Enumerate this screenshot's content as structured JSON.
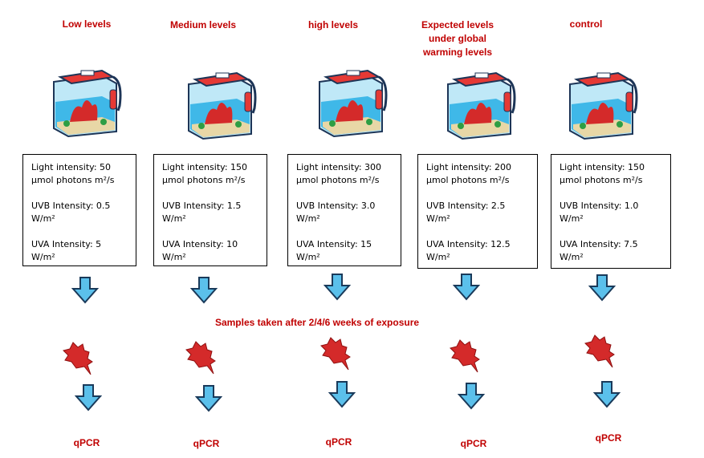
{
  "groups": [
    {
      "title": "Low levels",
      "light": "Light intensity: 50\nµmol photons  m²/s",
      "uvb": "UVB Intensity: 0.5\nW/m²",
      "uva": "UVA Intensity: 5\nW/m²"
    },
    {
      "title": "Medium levels",
      "light": "Light intensity: 150\nµmol photons  m²/s",
      "uvb": "UVB Intensity: 1.5\nW/m²",
      "uva": "UVA Intensity: 10\nW/m²"
    },
    {
      "title": "high levels",
      "light": "Light intensity: 300\nµmol photons  m²/s",
      "uvb": "UVB Intensity: 3.0\nW/m²",
      "uva": "UVA Intensity: 15\nW/m²"
    },
    {
      "title": "Expected levels\nunder global\nwarming levels",
      "light": "Light intensity: 200\nµmol photons  m²/s",
      "uvb": "UVB Intensity: 2.5\nW/m²",
      "uva": "UVA Intensity: 12.5\nW/m²"
    },
    {
      "title": "control",
      "light": "Light intensity: 150\nµmol photons  m²/s",
      "uvb": "UVB Intensity: 1.0\nW/m²",
      "uva": "UVA Intensity: 7.5\nW/m²"
    }
  ],
  "samples_label": "Samples taken after 2/4/6 weeks of exposure",
  "qpcr_label": "qPCR",
  "colors": {
    "title": "#c00000",
    "arrow_fill": "#5bc0eb",
    "arrow_stroke": "#1a3a5a",
    "coral": "#d42a2a",
    "water": "#3fb8e8",
    "tank_lid": "#e53935"
  }
}
